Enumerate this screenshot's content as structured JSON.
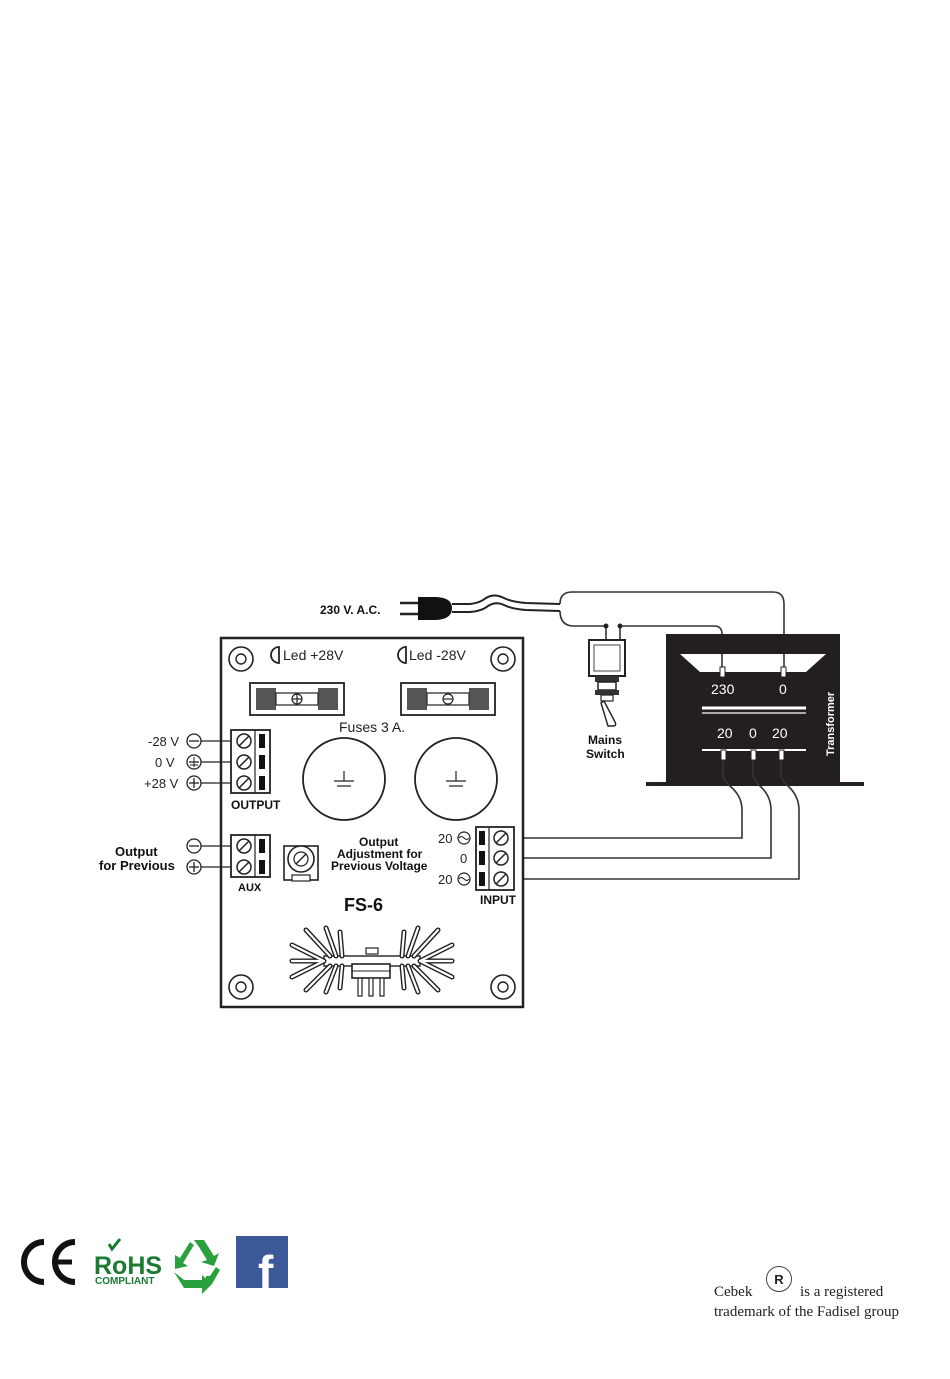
{
  "mains": {
    "label": "230 V. A.C.",
    "switch_line1": "Mains",
    "switch_line2": "Switch"
  },
  "transformer": {
    "label": "Transformer",
    "primary": [
      "230",
      "0"
    ],
    "secondary": [
      "20",
      "0",
      "20"
    ]
  },
  "board": {
    "model": "FS-6",
    "led_pos": "Led +28V",
    "led_neg": "Led -28V",
    "fuses": "Fuses 3 A.",
    "output_block": "OUTPUT",
    "aux_block": "AUX",
    "input_block": "INPUT",
    "adjust_line1": "Output",
    "adjust_line2": "Adjustment for",
    "adjust_line3": "Previous Voltage",
    "input_pins": [
      "20",
      "0",
      "20"
    ]
  },
  "output_terminals": [
    "-28 V",
    "0 V",
    "+28 V"
  ],
  "aux_output": {
    "line1": "Output",
    "line2": "for Previous"
  },
  "logos": {
    "ce": "CE",
    "rohs": "RoHS",
    "rohs_sub": "COMPLIANT",
    "facebook": "f"
  },
  "footer": {
    "brand": "Cebek",
    "registered_mark": "R",
    "text1": "is a registered",
    "text2": "trademark of the Fadisel group"
  },
  "colors": {
    "ink": "#222222",
    "transformer": "#231f20",
    "rohs_green": "#1c7a33",
    "recycle_green": "#2aa13d",
    "facebook_blue": "#3b5998"
  }
}
